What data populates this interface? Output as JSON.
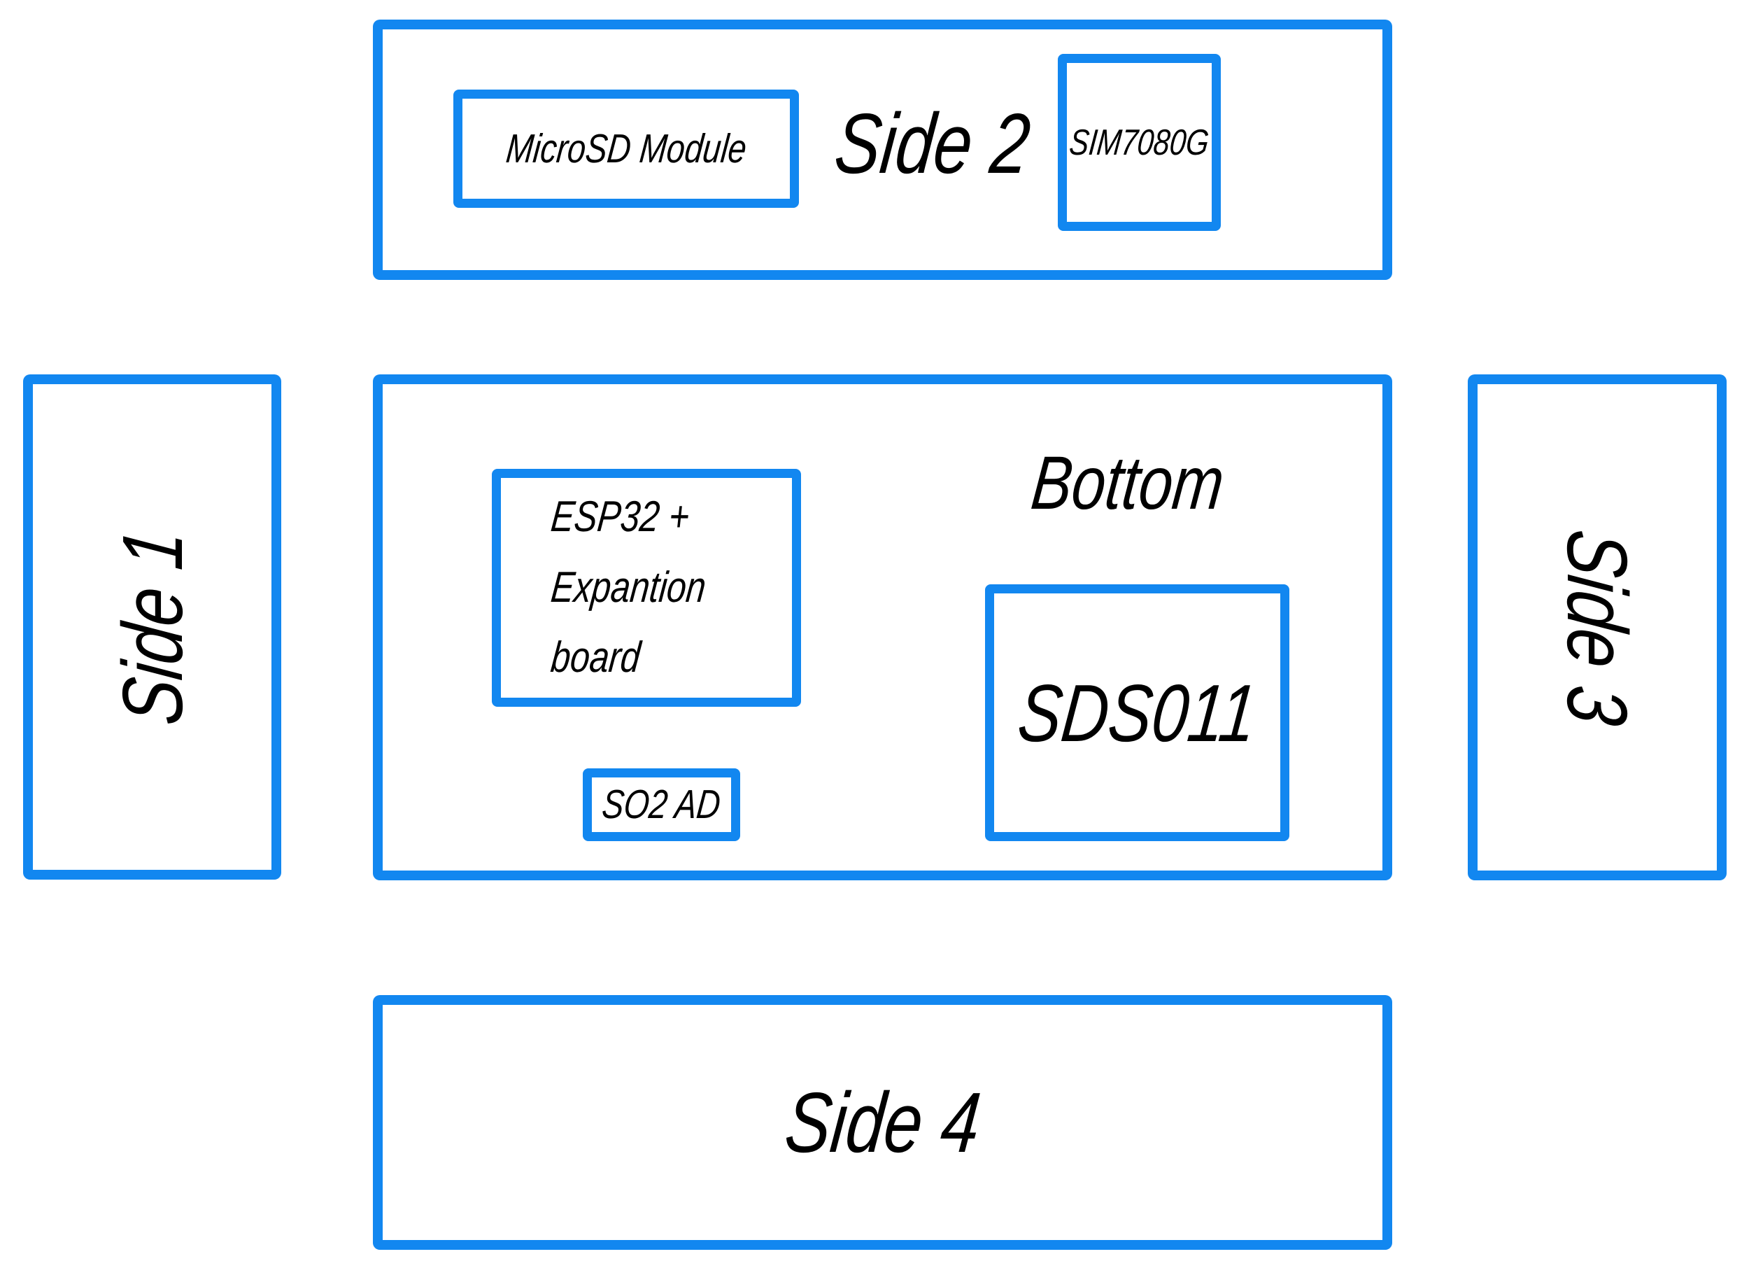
{
  "diagram": {
    "title_hint": "Unfolded enclosure layout with component placement",
    "colors": {
      "accent": "#1287F0",
      "text": "#000000",
      "background": "#ffffff"
    }
  },
  "panels": {
    "side1": {
      "label": "Side 1"
    },
    "side2": {
      "label": "Side 2"
    },
    "side3": {
      "label": "Side 3"
    },
    "side4": {
      "label": "Side 4"
    },
    "bottom": {
      "label": "Bottom"
    }
  },
  "components": {
    "microsd": {
      "label": "MicroSD Module"
    },
    "sim7080g": {
      "label": "SIM7080G"
    },
    "esp32": {
      "line1": "ESP32 +",
      "line2": "Expantion",
      "line3": "board"
    },
    "so2ad": {
      "label": "SO2 AD"
    },
    "sds011": {
      "label": "SDS011"
    }
  }
}
